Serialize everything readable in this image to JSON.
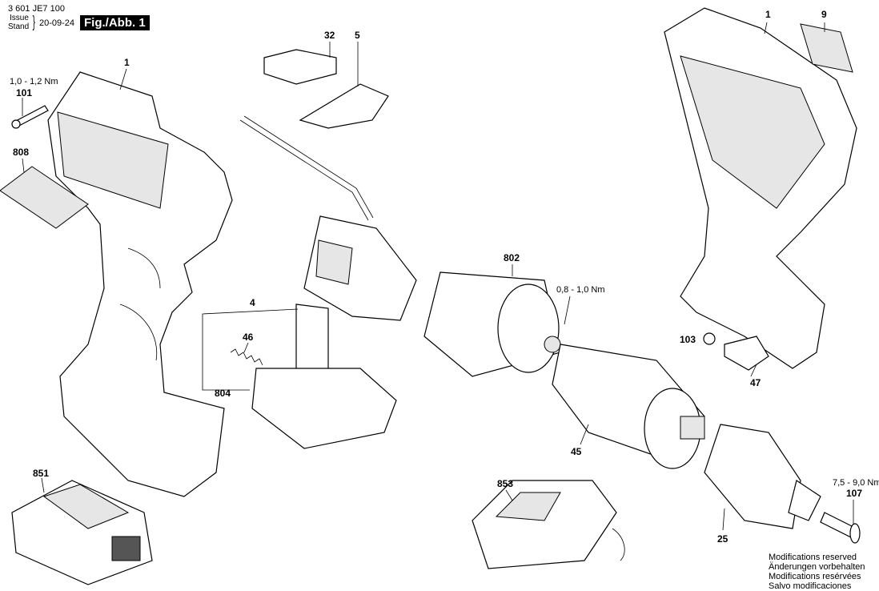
{
  "header": {
    "doc_number": "3 601 JE7 100",
    "issue_label": "Issue",
    "stand_label": "Stand",
    "date": "20-09-24",
    "figure": "Fig./Abb. 1"
  },
  "parts": [
    {
      "id": "1",
      "label": "1"
    },
    {
      "id": "101",
      "label": "101",
      "torque": "1,0 - 1,2 Nm"
    },
    {
      "id": "808",
      "label": "808"
    },
    {
      "id": "32",
      "label": "32"
    },
    {
      "id": "5",
      "label": "5"
    },
    {
      "id": "4",
      "label": "4"
    },
    {
      "id": "46",
      "label": "46"
    },
    {
      "id": "804",
      "label": "804"
    },
    {
      "id": "802",
      "label": "802",
      "torque": "0,8 - 1,0 Nm"
    },
    {
      "id": "1r",
      "label": "1"
    },
    {
      "id": "9",
      "label": "9"
    },
    {
      "id": "103",
      "label": "103"
    },
    {
      "id": "47",
      "label": "47"
    },
    {
      "id": "45",
      "label": "45"
    },
    {
      "id": "851",
      "label": "851"
    },
    {
      "id": "853",
      "label": "853"
    },
    {
      "id": "25",
      "label": "25"
    },
    {
      "id": "107",
      "label": "107",
      "torque": "7,5 - 9,0 Nm"
    }
  ],
  "footer": {
    "notes": [
      "Modifications reserved",
      "Änderungen vorbehalten",
      "Modifications resérvées",
      "Salvo modificaciones"
    ]
  }
}
